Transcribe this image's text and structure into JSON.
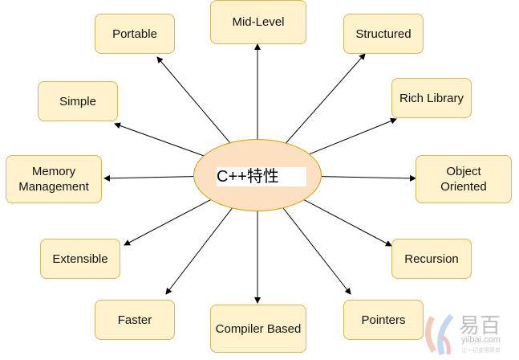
{
  "center": {
    "label": "C++特性"
  },
  "features": [
    {
      "id": "portable",
      "label": "Portable"
    },
    {
      "id": "mid-level",
      "label": "Mid-Level"
    },
    {
      "id": "structured",
      "label": "Structured"
    },
    {
      "id": "simple",
      "label": "Simple"
    },
    {
      "id": "rich-library",
      "label": "Rich Library"
    },
    {
      "id": "memory-management",
      "label": "Memory Management"
    },
    {
      "id": "object-oriented",
      "label": "Object Oriented"
    },
    {
      "id": "extensible",
      "label": "Extensible"
    },
    {
      "id": "recursion",
      "label": "Recursion"
    },
    {
      "id": "faster",
      "label": "Faster"
    },
    {
      "id": "compiler-based",
      "label": "Compiler Based"
    },
    {
      "id": "pointers",
      "label": "Pointers"
    }
  ],
  "watermark": {
    "title": "易百",
    "url": "yiibai.com",
    "slogan": "让一切变得简单"
  },
  "colors": {
    "box_fill": "#fff2cc",
    "box_border": "#d6b656",
    "center_fill": "#fce0c2",
    "center_border": "#d79b00"
  }
}
